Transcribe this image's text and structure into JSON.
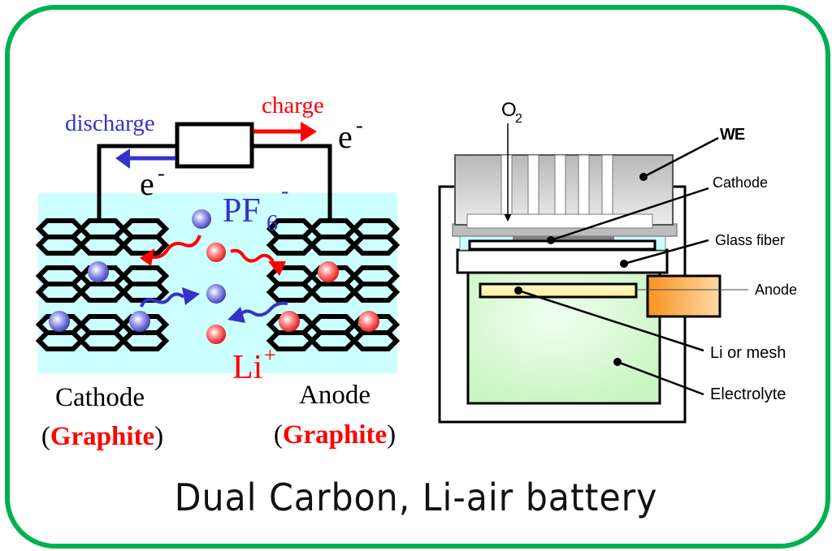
{
  "title": "Dual Carbon, Li-air battery",
  "colors": {
    "frame": "#00b050",
    "electrolyte_left": "#ccffff",
    "anion": "#3333cc",
    "cation": "#ff0000",
    "discharge": "#3333cc",
    "charge": "#ff0000"
  },
  "dual_carbon": {
    "discharge_label": "discharge",
    "charge_label": "charge",
    "electron_left": "e",
    "electron_right": "e",
    "electron_sup": "-",
    "anion_label": "PF",
    "anion_sub": "6",
    "anion_sup": "-",
    "cation_label": "Li",
    "cation_sup": "+",
    "cathode": {
      "name": "Cathode",
      "open": "(",
      "material": "Graphite",
      "close": ")"
    },
    "anode": {
      "name": "Anode",
      "open": "(",
      "material": "Graphite",
      "close": ")"
    }
  },
  "li_air": {
    "gas_label": "O",
    "gas_sub": "2",
    "labels": [
      "WE",
      "Cathode",
      "Glass fiber",
      "Anode",
      "Li or mesh",
      "Electrolyte"
    ]
  }
}
